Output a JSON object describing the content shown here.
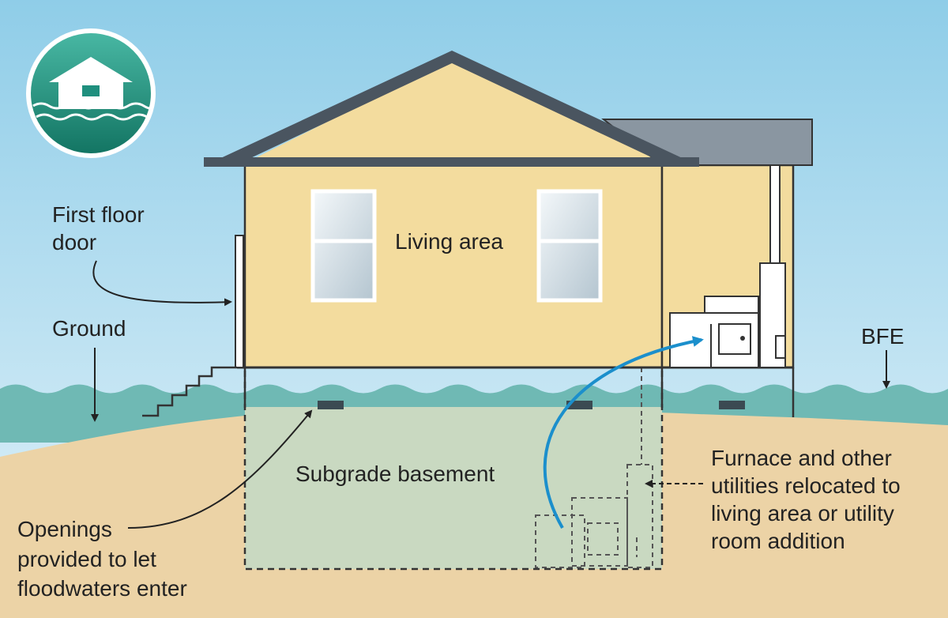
{
  "labels": {
    "first_floor_door_line1": "First floor",
    "first_floor_door_line2": "door",
    "ground": "Ground",
    "living_area": "Living area",
    "bfe": "BFE",
    "subgrade_basement": "Subgrade basement",
    "openings_line1": "Openings",
    "openings_line2": "provided to let",
    "openings_line3": "floodwaters enter",
    "utilities_line1": "Furnace and other",
    "utilities_line2": "utilities relocated to",
    "utilities_line3": "living area or utility",
    "utilities_line4": "room addition"
  },
  "colors": {
    "sky_top": "#8fcde8",
    "sky_bottom": "#e4f3fa",
    "house_wall": "#f3dc9e",
    "roof": "#4a5560",
    "addition_roof": "#8a96a1",
    "water": "#6fb9b4",
    "ground": "#ecd3a6",
    "basement": "#c9d9c1",
    "relocation_arrow": "#1b8fcc",
    "badge": "#1f8f7e"
  }
}
